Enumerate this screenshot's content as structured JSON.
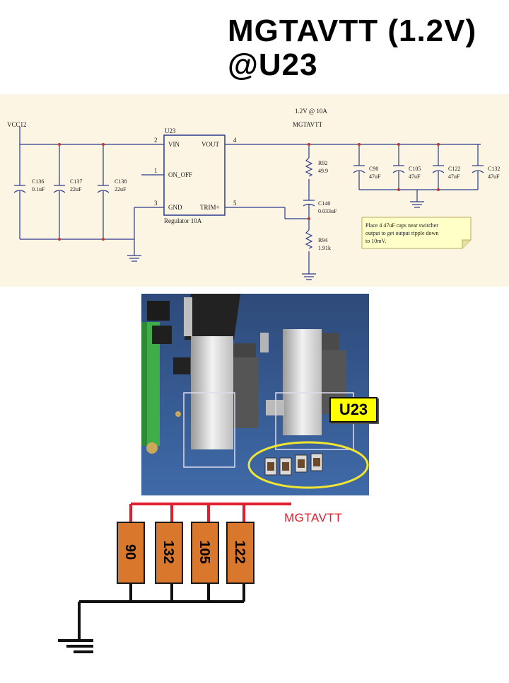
{
  "title": {
    "line1": "MGTAVTT (1.2V)",
    "line2": "@U23"
  },
  "schematic": {
    "vcc_net": "VCC12",
    "rail_note": "1.2V @ 10A",
    "out_net": "MGTAVTT",
    "regulator": {
      "ref": "U23",
      "desc": "Regulator 10A",
      "pins": [
        {
          "num": "2",
          "name": "VIN"
        },
        {
          "num": "1",
          "name": "ON_OFF"
        },
        {
          "num": "3",
          "name": "GND"
        },
        {
          "num": "4",
          "name": "VOUT"
        },
        {
          "num": "5",
          "name": "TRIM+"
        }
      ]
    },
    "input_caps": [
      {
        "ref": "C136",
        "value": "0.1uF"
      },
      {
        "ref": "C137",
        "value": "22uF"
      },
      {
        "ref": "C138",
        "value": "22uF"
      }
    ],
    "feedback": [
      {
        "ref": "R92",
        "value": "49.9"
      },
      {
        "ref": "C140",
        "value": "0.033uF"
      },
      {
        "ref": "R94",
        "value": "1.91k"
      }
    ],
    "output_caps": [
      {
        "ref": "C90",
        "value": "47uF"
      },
      {
        "ref": "C105",
        "value": "47uF"
      },
      {
        "ref": "C122",
        "value": "47uF"
      },
      {
        "ref": "C132",
        "value": "47uF"
      }
    ],
    "note": [
      "Place 4 47uF caps near switcher",
      "output to get output ripple down",
      "to 10mV."
    ]
  },
  "photo": {
    "badge": "U23"
  },
  "bottom": {
    "net_label": "MGTAVTT",
    "caps": [
      "90",
      "132",
      "105",
      "122"
    ],
    "colors": {
      "cap_fill": "#d9782d",
      "rail": "#e0202e",
      "ground": "#111111"
    }
  }
}
